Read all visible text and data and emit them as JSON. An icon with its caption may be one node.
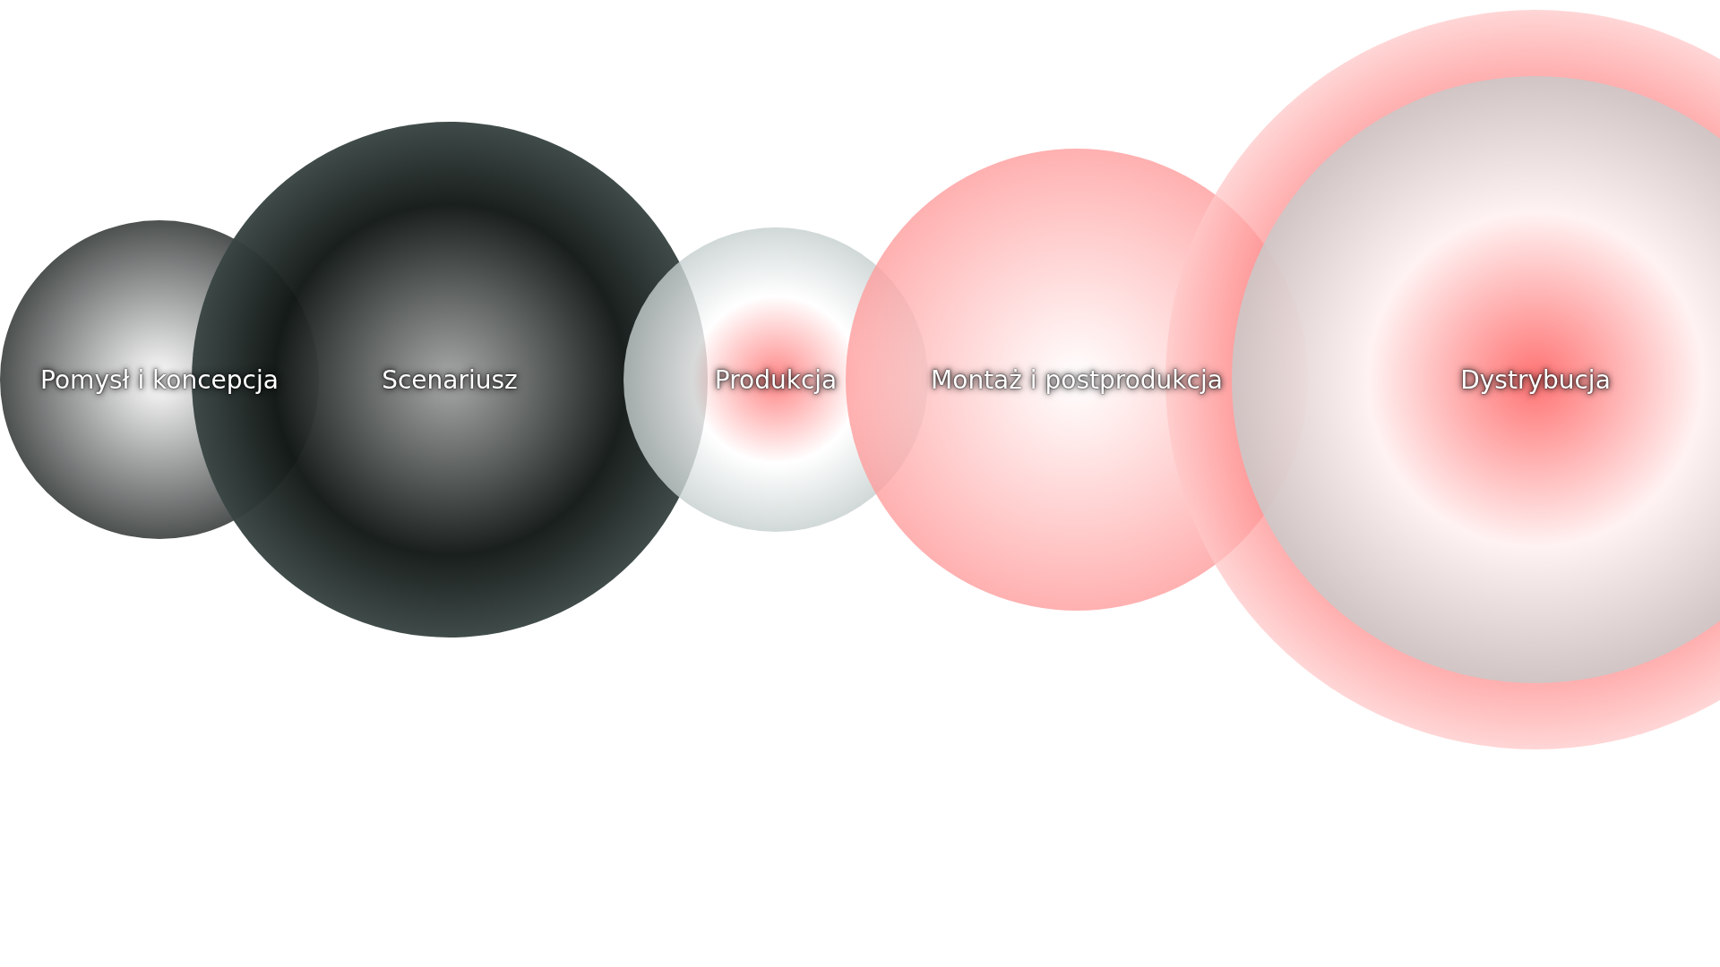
{
  "diagram": {
    "nodes": [
      {
        "text": [
          "Pomysł i koncepcja"
        ]
      },
      {
        "text": [
          "Scenariusz"
        ]
      },
      {
        "text": [
          "Produkcja"
        ]
      },
      {
        "text": [
          "Montaż i postprodukcja"
        ]
      },
      {
        "text": [
          "Dystrybucja"
        ]
      }
    ]
  }
}
